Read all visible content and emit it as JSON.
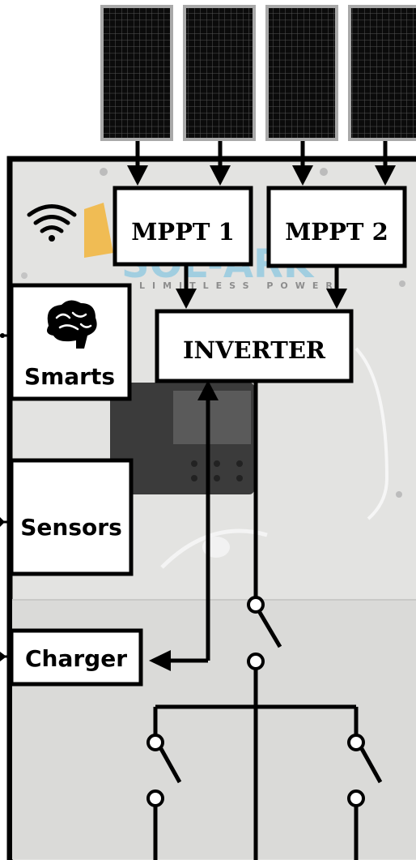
{
  "diagram": {
    "mppt_1": "MPPT 1",
    "mppt_2": "MPPT 2",
    "inverter": "INVERTER",
    "smarts": "Smarts",
    "sensors": "Sensors",
    "charger": "Charger",
    "brand_watermark": "SOL-ARK",
    "brand_tagline": "LIMITLESS POWER",
    "icons": [
      "solar-panel-icon",
      "wifi-icon",
      "brain-icon"
    ]
  },
  "colors": {
    "device_body": "#e3e3e1",
    "device_lower": "#dadad8",
    "screen": "#3b3b3b",
    "ink": "#000000",
    "box_fill": "#ffffff",
    "panel_cell": "#0b0b0b",
    "panel_grid": "#5a5a5a",
    "panel_frame": "#a9a9a9",
    "watermark": "#8cc8e0",
    "sun": "#f2b53b"
  }
}
